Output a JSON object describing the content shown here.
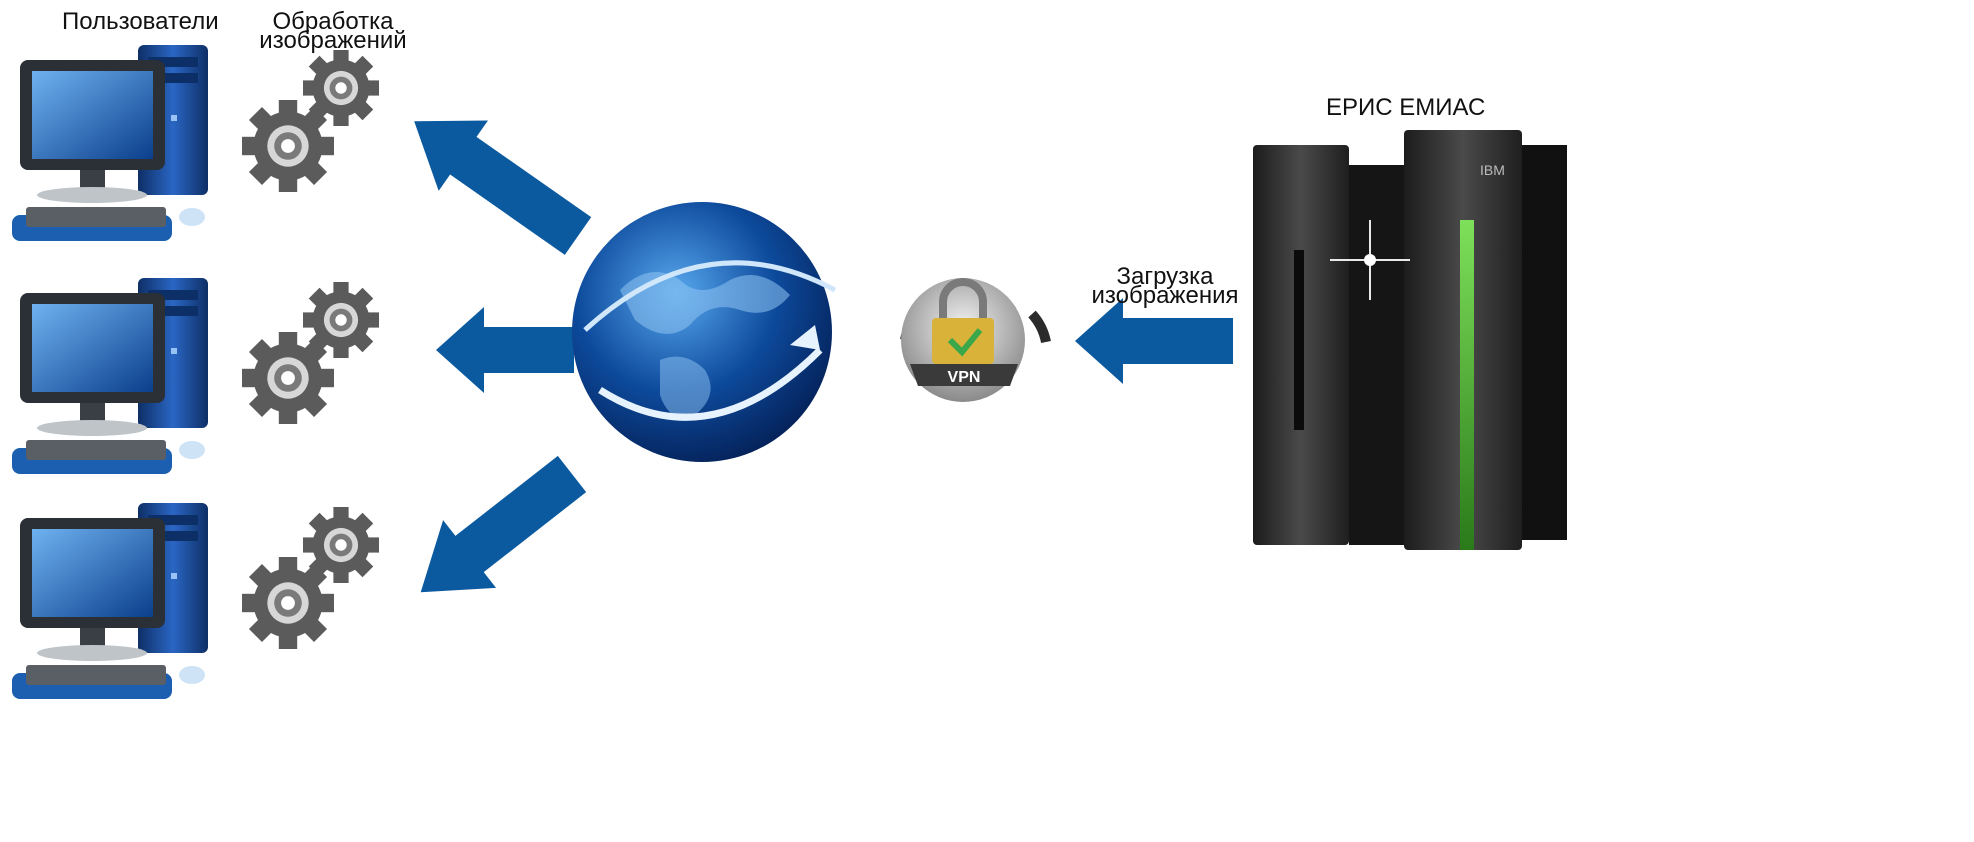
{
  "labels": {
    "users": "Пользователи",
    "processing_line1": "Обработка",
    "processing_line2": "изображений",
    "eris": "ЕРИС ЕМИАС",
    "upload_line1": "Загрузка",
    "upload_line2": "изображения",
    "vpn": "VPN",
    "ibm": "IBM"
  },
  "colors": {
    "arrow": "#0b5aa0",
    "monitor_frame": "#2a2f36",
    "screen": "#1f63b8",
    "tower": "#1f4e9a",
    "keyboard": "#1c5fb0",
    "gear": "#5f5f5f",
    "globe": "#0a3a80",
    "server": "#2b2b2b",
    "server_green": "#56c23a",
    "vpn_lock": "#d9b23a"
  },
  "icons": [
    "computer-icon",
    "gears-icon",
    "globe-icon",
    "vpn-lock-icon",
    "server-icon",
    "arrow-icon"
  ]
}
